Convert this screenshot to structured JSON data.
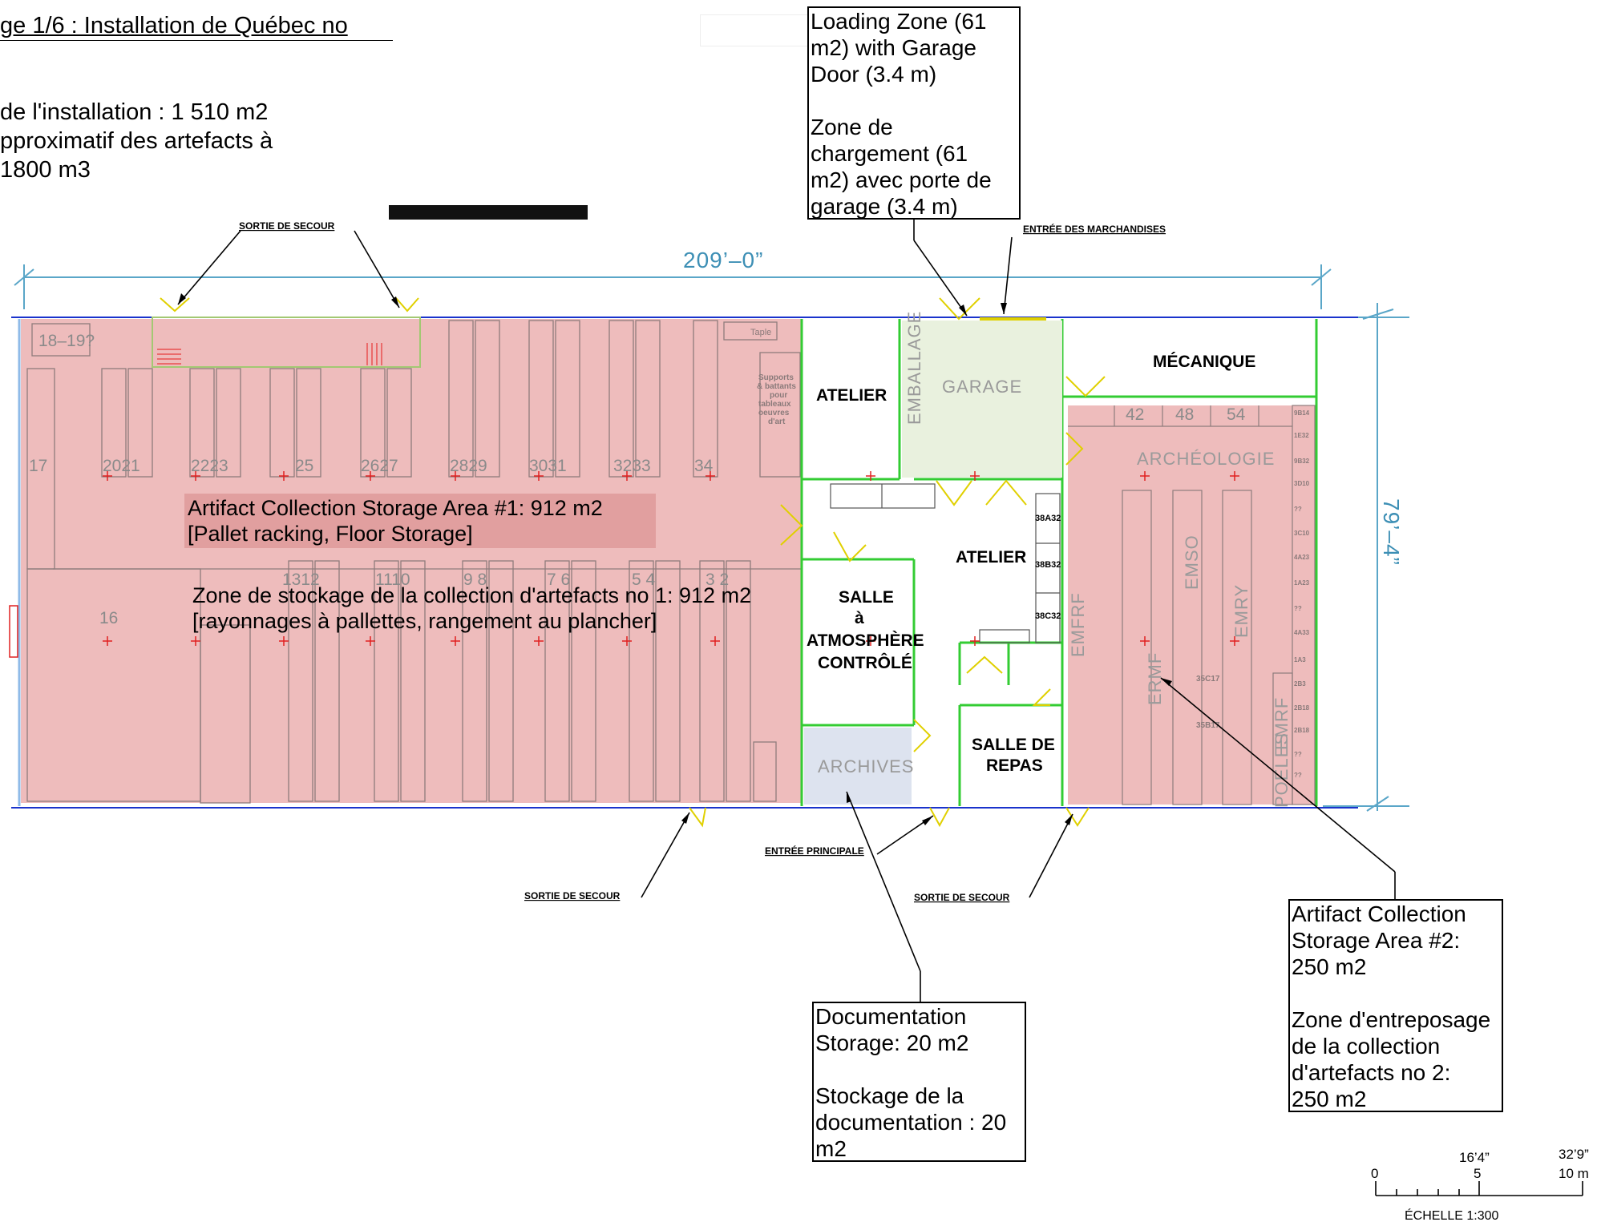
{
  "header": {
    "title": "ge 1/6 : Installation de Québec no",
    "area_line": " de l'installation : 1 510 m2",
    "volume_line1": "pproximatif des artefacts à",
    "volume_line2": " 1800 m3"
  },
  "callouts": {
    "loading": "Loading Zone (61\nm2) with Garage\nDoor (3.4 m)\n\nZone de\nchargement (61\nm2) avec porte de\ngarage (3.4 m)",
    "documentation": "Documentation\nStorage: 20 m2\n\nStockage de la\ndocumentation : 20\nm2",
    "area2": "Artifact Collection\nStorage Area #2:\n250 m2\n\nZone d'entreposage\nde la collection\nd'artefacts no 2:\n250 m2"
  },
  "overlays": {
    "area1_en": "Artifact Collection Storage Area #1: 912 m2\n[Pallet racking, Floor Storage]",
    "area1_fr": "Zone de stockage  de la collection d'artefacts no 1: 912 m2\n[rayonnages à pallettes, rangement au plancher]"
  },
  "plan": {
    "dim_width": "209’–0”",
    "dim_depth": "79’–4”",
    "notes": {
      "sortie": "SORTIE DE SECOUR",
      "entree_marchandises": "ENTRÉE DES MARCHANDISES",
      "entree_principale": "ENTRÉE PRINCIPALE"
    },
    "rooms": {
      "atelier": "ATELIER",
      "garage": "GARAGE",
      "emballage": "EMBALLAGE",
      "mecanique": "MÉCANIQUE",
      "archeologie": "ARCHÉOLOGIE",
      "salle1": "SALLE",
      "salle2": "à",
      "salle3": "ATMOSPHÈRE",
      "salle4": "CONTRÔLÉ",
      "archives": "ARCHIVES",
      "repas1": "SALLE DE",
      "repas2": "REPAS",
      "table": "Taple",
      "supports": "Supports\n& battants\npour\ntableaux\noeuvres\nd'art"
    },
    "bay_numbers_top": [
      "17",
      "2021",
      "2223",
      "25",
      "2627",
      "2829",
      "3031",
      "3233",
      "34"
    ],
    "bay_numbers_mid": [
      "1312",
      "1110",
      "9  8",
      "7  6",
      "5  4",
      "3  2"
    ],
    "bay_16": "16",
    "bay_1819": "18–19?",
    "mech_numbers": [
      "42",
      "48",
      "54"
    ],
    "arch_codes_right": [
      "9B14",
      "1E32",
      "9B32",
      "3D10",
      "??",
      "3C10",
      "4A23",
      "1A23",
      "??",
      "4A33",
      "1A3",
      "2B3",
      "2B18",
      "2B18",
      "??",
      "??"
    ],
    "arch_codes_atelier": [
      "38A32",
      "38B32",
      "38C32"
    ],
    "arch_vertical": [
      "EMFRF",
      "EMSO",
      "EMRY",
      "ERMF",
      "EMRF",
      "POELES"
    ],
    "arch_small": [
      "35C17",
      "35B17"
    ]
  },
  "scale": {
    "label_mid": "16’4”",
    "label_end": "32’9”",
    "zero": "0",
    "five": "5",
    "ten": "10 m",
    "echelle": "ÉCHELLE    1:300"
  }
}
